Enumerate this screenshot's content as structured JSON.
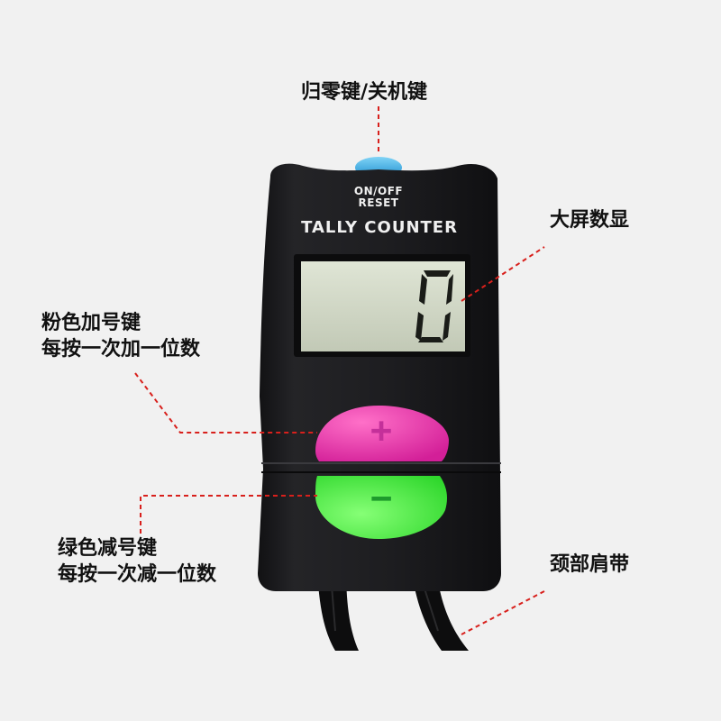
{
  "labels": {
    "reset_key": "归零键/关机键",
    "big_display": "大屏数显",
    "plus_key_line1": "粉色加号键",
    "plus_key_line2": "每按一次加一位数",
    "minus_key_line1": "绿色减号键",
    "minus_key_line2": "每按一次减一位数",
    "neck_strap": "颈部肩带"
  },
  "device": {
    "onoff_text": "ON/OFF",
    "reset_text": "RESET",
    "brand_text": "TALLY COUNTER",
    "display_value": "0",
    "plus_symbol": "+",
    "minus_symbol": "−"
  },
  "colors": {
    "background": "#f1f1f1",
    "body": "#1b1b1d",
    "reset_button": "#3ab0e6",
    "plus_button": "#e83cae",
    "minus_button": "#4ef24a",
    "lcd": "#d2d9c6",
    "leader": "#d8201c"
  },
  "icons": {
    "plus": "plus-icon",
    "minus": "minus-icon"
  }
}
